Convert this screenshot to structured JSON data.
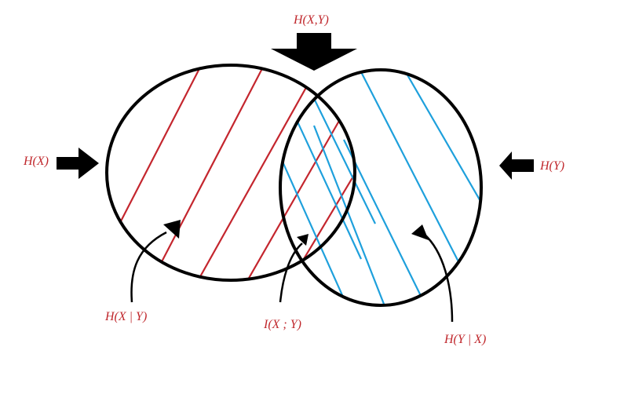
{
  "labels": {
    "joint": "H(X,Y)",
    "hx": "H(X)",
    "hy": "H(Y)",
    "hx_given_y": "H(X | Y)",
    "mutual": "I(X ; Y)",
    "hy_given_x": "H(Y | X)"
  },
  "colors": {
    "outline": "#000000",
    "text": "#c0282d",
    "hatch_x": "#c4262e",
    "hatch_y": "#1ea0dc"
  },
  "icons": {
    "top-arrow": "arrow-down-icon",
    "left-arrow": "arrow-right-icon",
    "right-arrow": "arrow-left-icon"
  }
}
